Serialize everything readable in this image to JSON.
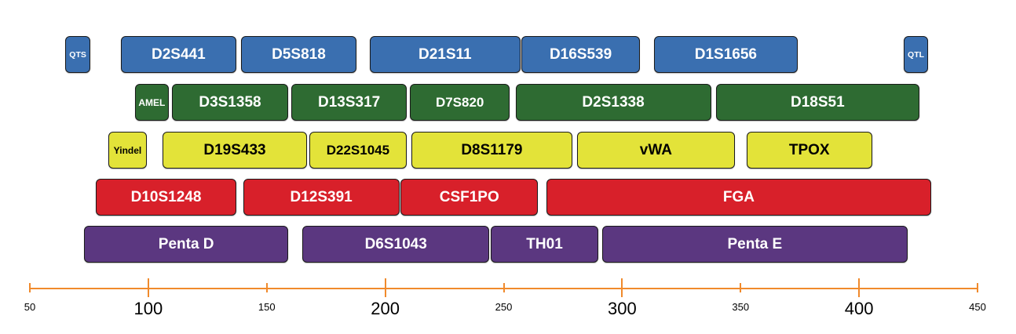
{
  "axis": {
    "range": [
      50,
      450
    ],
    "color": "#f08a2c",
    "ticks": [
      {
        "value": 50,
        "label": "50",
        "major": false
      },
      {
        "value": 100,
        "label": "100",
        "major": true
      },
      {
        "value": 150,
        "label": "150",
        "major": false
      },
      {
        "value": 200,
        "label": "200",
        "major": true
      },
      {
        "value": 250,
        "label": "250",
        "major": false
      },
      {
        "value": 300,
        "label": "300",
        "major": true
      },
      {
        "value": 350,
        "label": "350",
        "major": false
      },
      {
        "value": 400,
        "label": "400",
        "major": true
      },
      {
        "value": 450,
        "label": "450",
        "major": false
      }
    ]
  },
  "rows": [
    {
      "color": "#3a6fb0",
      "text_color": "#ffffff",
      "markers": [
        {
          "name": "QTS",
          "start": 65,
          "end": 75.5
        },
        {
          "name": "D2S441",
          "start": 88.5,
          "end": 137
        },
        {
          "name": "D5S818",
          "start": 139,
          "end": 188
        },
        {
          "name": "D21S11",
          "start": 193.5,
          "end": 257
        },
        {
          "name": "D16S539",
          "start": 257.5,
          "end": 307.5
        },
        {
          "name": "D1S1656",
          "start": 313.5,
          "end": 374
        },
        {
          "name": "QTL",
          "start": 419,
          "end": 429
        }
      ]
    },
    {
      "color": "#2e6b32",
      "text_color": "#ffffff",
      "markers": [
        {
          "name": "AMEL",
          "start": 94.5,
          "end": 108.5
        },
        {
          "name": "D3S1358",
          "start": 110,
          "end": 159
        },
        {
          "name": "D13S317",
          "start": 160.5,
          "end": 209
        },
        {
          "name": "D7S820",
          "start": 210.5,
          "end": 252.5
        },
        {
          "name": "D2S1338",
          "start": 255,
          "end": 337.5
        },
        {
          "name": "D18S51",
          "start": 339.5,
          "end": 425.5
        }
      ]
    },
    {
      "color": "#e3e339",
      "text_color": "#000000",
      "markers": [
        {
          "name": "Yindel",
          "start": 83,
          "end": 99.5
        },
        {
          "name": "D19S433",
          "start": 106,
          "end": 167
        },
        {
          "name": "D22S1045",
          "start": 168,
          "end": 209
        },
        {
          "name": "D8S1179",
          "start": 211,
          "end": 279
        },
        {
          "name": "vWA",
          "start": 281,
          "end": 347.5
        },
        {
          "name": "TPOX",
          "start": 352.5,
          "end": 405.5
        }
      ]
    },
    {
      "color": "#d8202a",
      "text_color": "#ffffff",
      "markers": [
        {
          "name": "D10S1248",
          "start": 78,
          "end": 137
        },
        {
          "name": "D12S391",
          "start": 140,
          "end": 206
        },
        {
          "name": "CSF1PO",
          "start": 206.5,
          "end": 264.5
        },
        {
          "name": "FGA",
          "start": 268,
          "end": 430.5
        }
      ]
    },
    {
      "color": "#5b3780",
      "text_color": "#ffffff",
      "markers": [
        {
          "name": "Penta D",
          "start": 73,
          "end": 159
        },
        {
          "name": "D6S1043",
          "start": 165,
          "end": 244
        },
        {
          "name": "TH01",
          "start": 244.5,
          "end": 290
        },
        {
          "name": "Penta E",
          "start": 291.5,
          "end": 420.5
        }
      ]
    }
  ]
}
